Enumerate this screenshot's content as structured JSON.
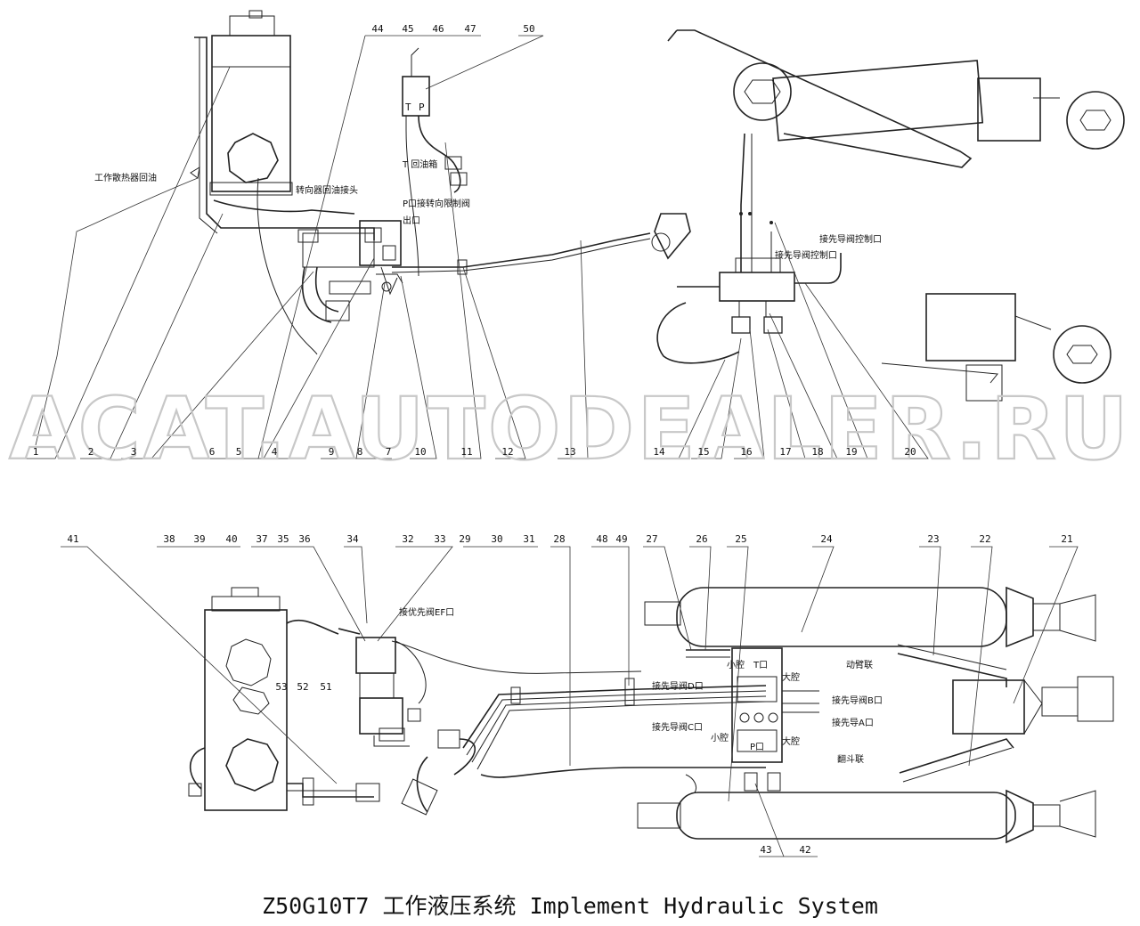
{
  "caption": "Z50G10T7 工作液压系统 Implement Hydraulic System",
  "watermark": "ACAT.AUTODEALER.RU",
  "colors": {
    "line": "#222222",
    "watermark": "#c8c8c8",
    "background": "#ffffff"
  },
  "top_labels": {
    "return_cooler": "工作散热器回油",
    "steering_return": "转向器回油接头",
    "t_return_tank": "T 回油箱",
    "p_to_steering": "P口接转向限制阀",
    "outlet": "出口",
    "pilot_control_1": "接先导阀控制口",
    "pilot_control_2": "接先导阀控制口",
    "valve_t": "T",
    "valve_p": "P"
  },
  "bottom_labels": {
    "priority_ef": "接优先阀EF口",
    "pilot_d": "接先导阀D口",
    "pilot_c": "接先导阀C口",
    "pilot_b": "接先导阀B口",
    "pilot_a": "接先导A口",
    "small_chamber_1": "小腔",
    "t_port": "T口",
    "big_chamber_1": "大腔",
    "small_chamber_2": "小腔",
    "p_port": "P口",
    "big_chamber_2": "大腔",
    "boom_section": "动臂联",
    "bucket_section": "翻斗联"
  },
  "callouts_top_row": [
    "1",
    "2",
    "3",
    "6",
    "5",
    "4",
    "9",
    "8",
    "7",
    "10",
    "11",
    "12",
    "13",
    "14",
    "15",
    "16",
    "17",
    "18",
    "19",
    "20"
  ],
  "callouts_top_header": [
    "44",
    "45",
    "46",
    "47",
    "50"
  ],
  "callouts_bottom_header": [
    "41",
    "38",
    "39",
    "40",
    "37",
    "35",
    "36",
    "34",
    "32",
    "33",
    "29",
    "30",
    "31",
    "28",
    "48",
    "49",
    "27",
    "26",
    "25",
    "24",
    "23",
    "22",
    "21"
  ],
  "callouts_bottom_inline": [
    "53",
    "52",
    "51"
  ],
  "callouts_bottom_footer": [
    "43",
    "42"
  ]
}
